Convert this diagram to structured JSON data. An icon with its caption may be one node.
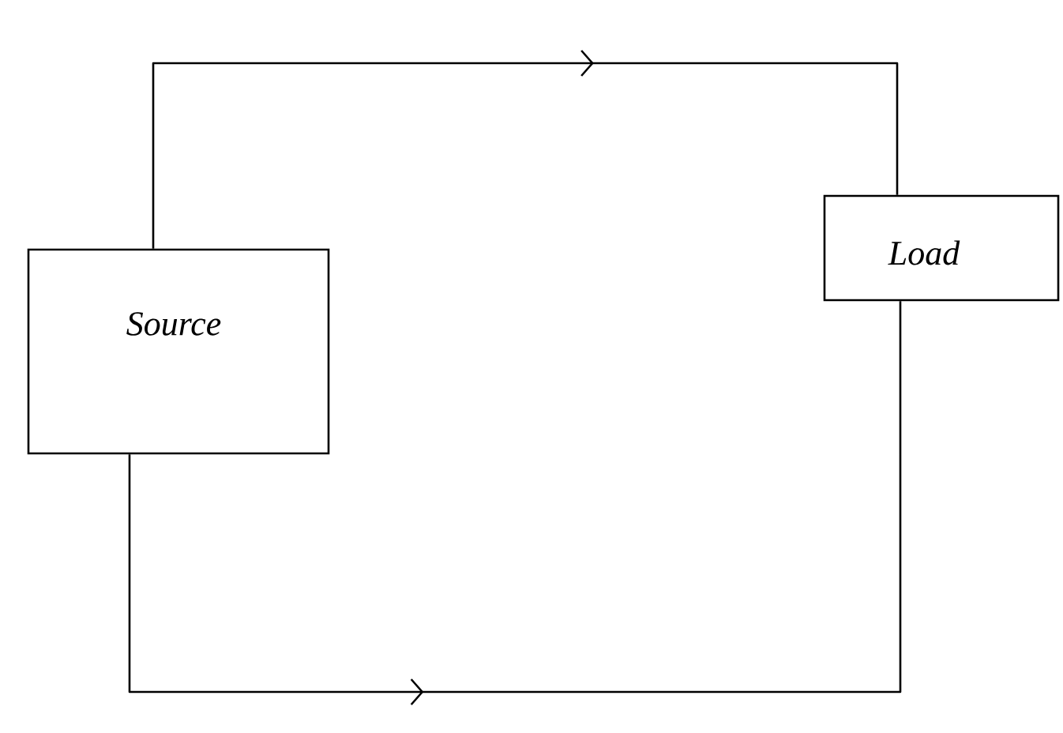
{
  "diagram": {
    "nodes": [
      {
        "text": [
          "Source"
        ]
      },
      {
        "text": [
          "Load"
        ]
      }
    ],
    "edges": [
      {
        "from": 0,
        "to": 1,
        "arrow": "to"
      },
      {
        "from": 0,
        "to": 1,
        "arrow": "to"
      }
    ]
  }
}
